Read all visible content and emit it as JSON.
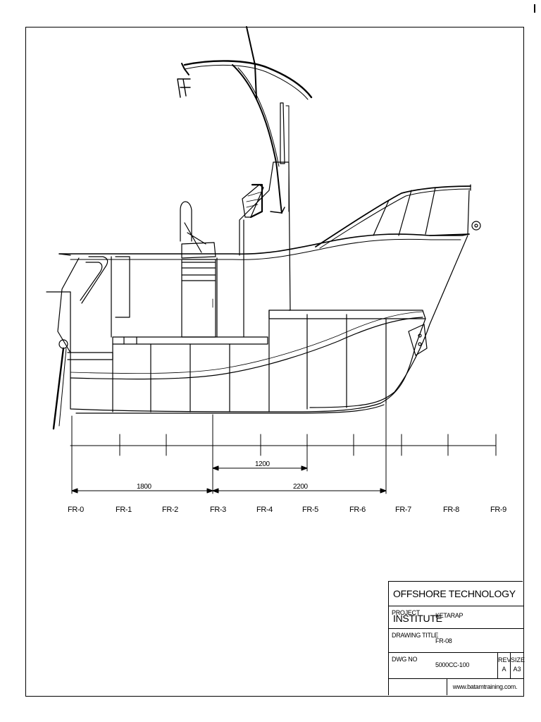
{
  "title_block": {
    "company": "OFFSHORE TECHNOLOGY INSTITUTE",
    "project_label": "PROJECT",
    "project_value": "KETARAP",
    "drawing_title_label": "DRAWING TITLE",
    "drawing_title_value": "FR-08",
    "dwg_no_label": "DWG NO",
    "dwg_no_value": "5000CC-100",
    "rev_label": "REV",
    "rev_value": "A",
    "size_label": "SIZE",
    "size_value": "A3",
    "website": "www.batamtraining.com."
  },
  "dimensions": {
    "d1200": "1200",
    "d1800": "1800",
    "d2200": "2200"
  },
  "frames": [
    "FR-0",
    "FR-1",
    "FR-2",
    "FR-3",
    "FR-4",
    "FR-5",
    "FR-6",
    "FR-7",
    "FR-8",
    "FR-9"
  ]
}
